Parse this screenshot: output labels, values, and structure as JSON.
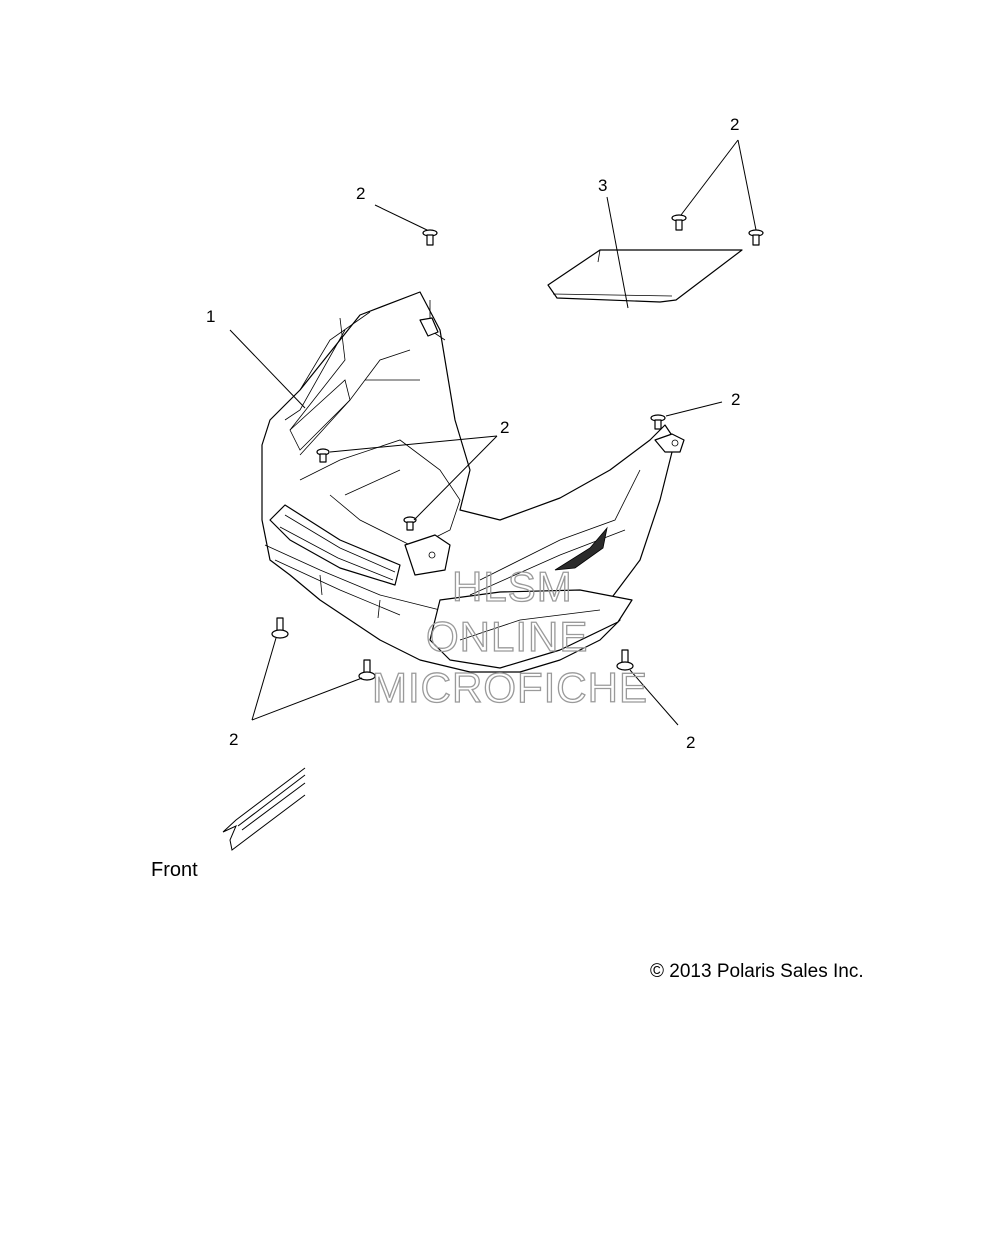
{
  "diagram": {
    "callouts": {
      "part_1": "1",
      "part_2": "2",
      "part_3": "3"
    },
    "front_label": "Front",
    "copyright": "© 2013 Polaris Sales Inc.",
    "watermark": {
      "line1": "HLSM",
      "line2": "ONLINE",
      "line3": "MICROFICHE",
      "color": "#9a9a9a"
    }
  }
}
